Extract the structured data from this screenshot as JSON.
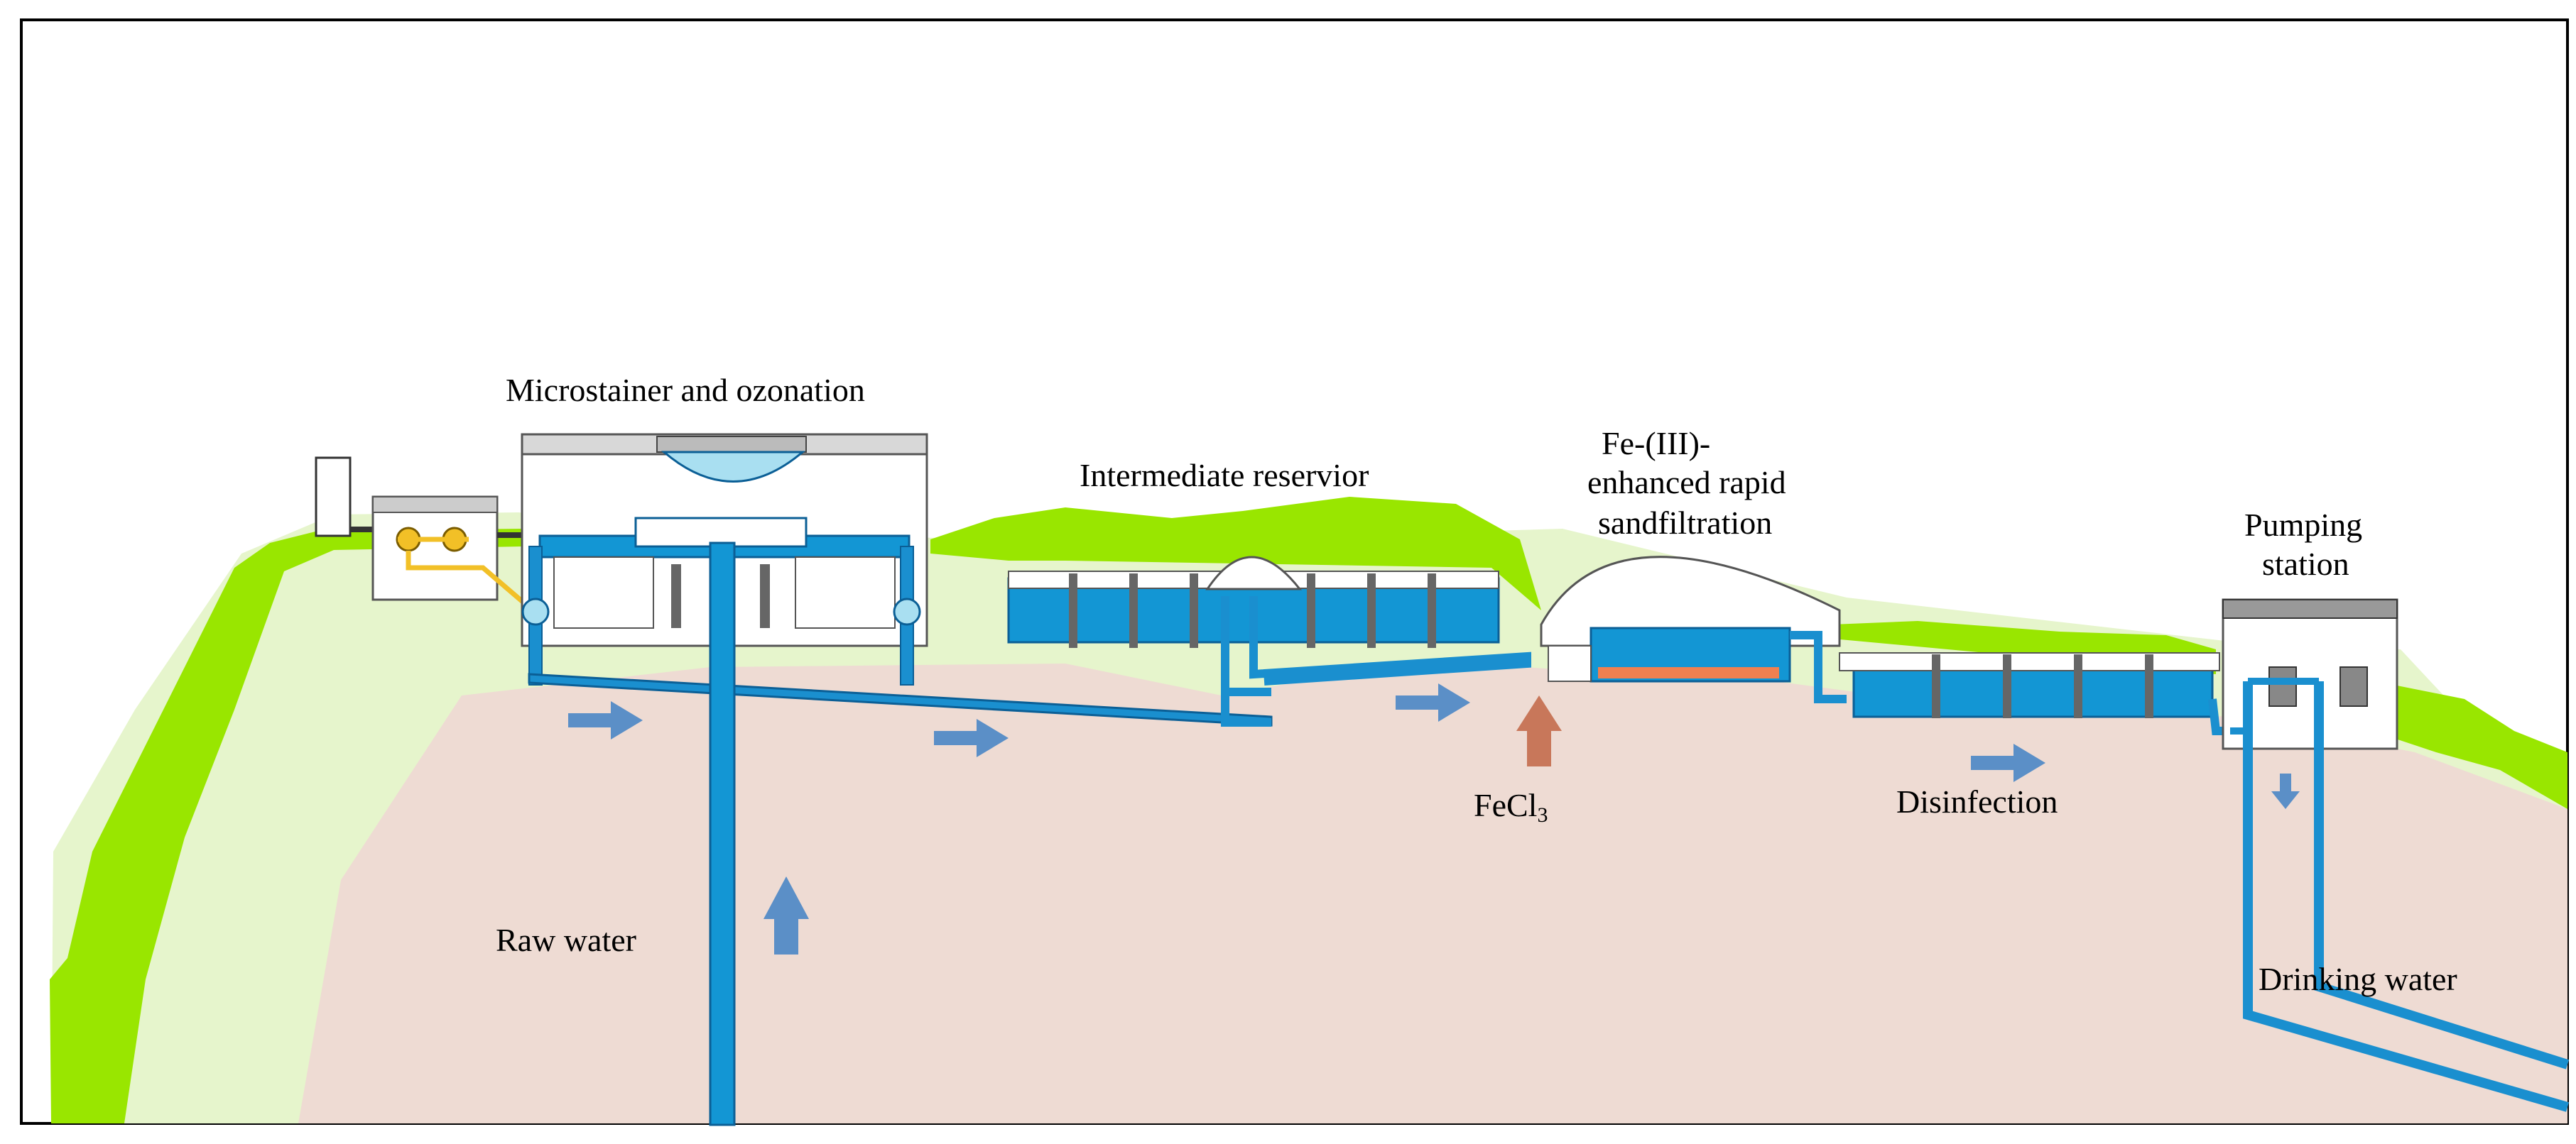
{
  "labels": {
    "microstrainer": "Microstainer and ozonation",
    "reservoir": "Intermediate reservior",
    "fe_line1": "Fe-(III)-",
    "fe_line2": "enhanced rapid",
    "fe_line3": "sandfiltration",
    "pumping_line1": "Pumping",
    "pumping_line2": "station",
    "fecl_main": "FeCl",
    "fecl_sub": "3",
    "disinfection": "Disinfection",
    "raw_water": "Raw water",
    "drinking_water": "Drinking water"
  },
  "colors": {
    "ground": "#eedbd3",
    "grass": "#99e600",
    "pale_green": "#e6f5cc",
    "water": "#1396d4",
    "pipe": "#1a8fcf",
    "pipe_edge": "#0b5f96",
    "flow_arrow": "#5b8fc7",
    "chemical_arrow": "#c8775a",
    "yellow": "#f2c027"
  }
}
